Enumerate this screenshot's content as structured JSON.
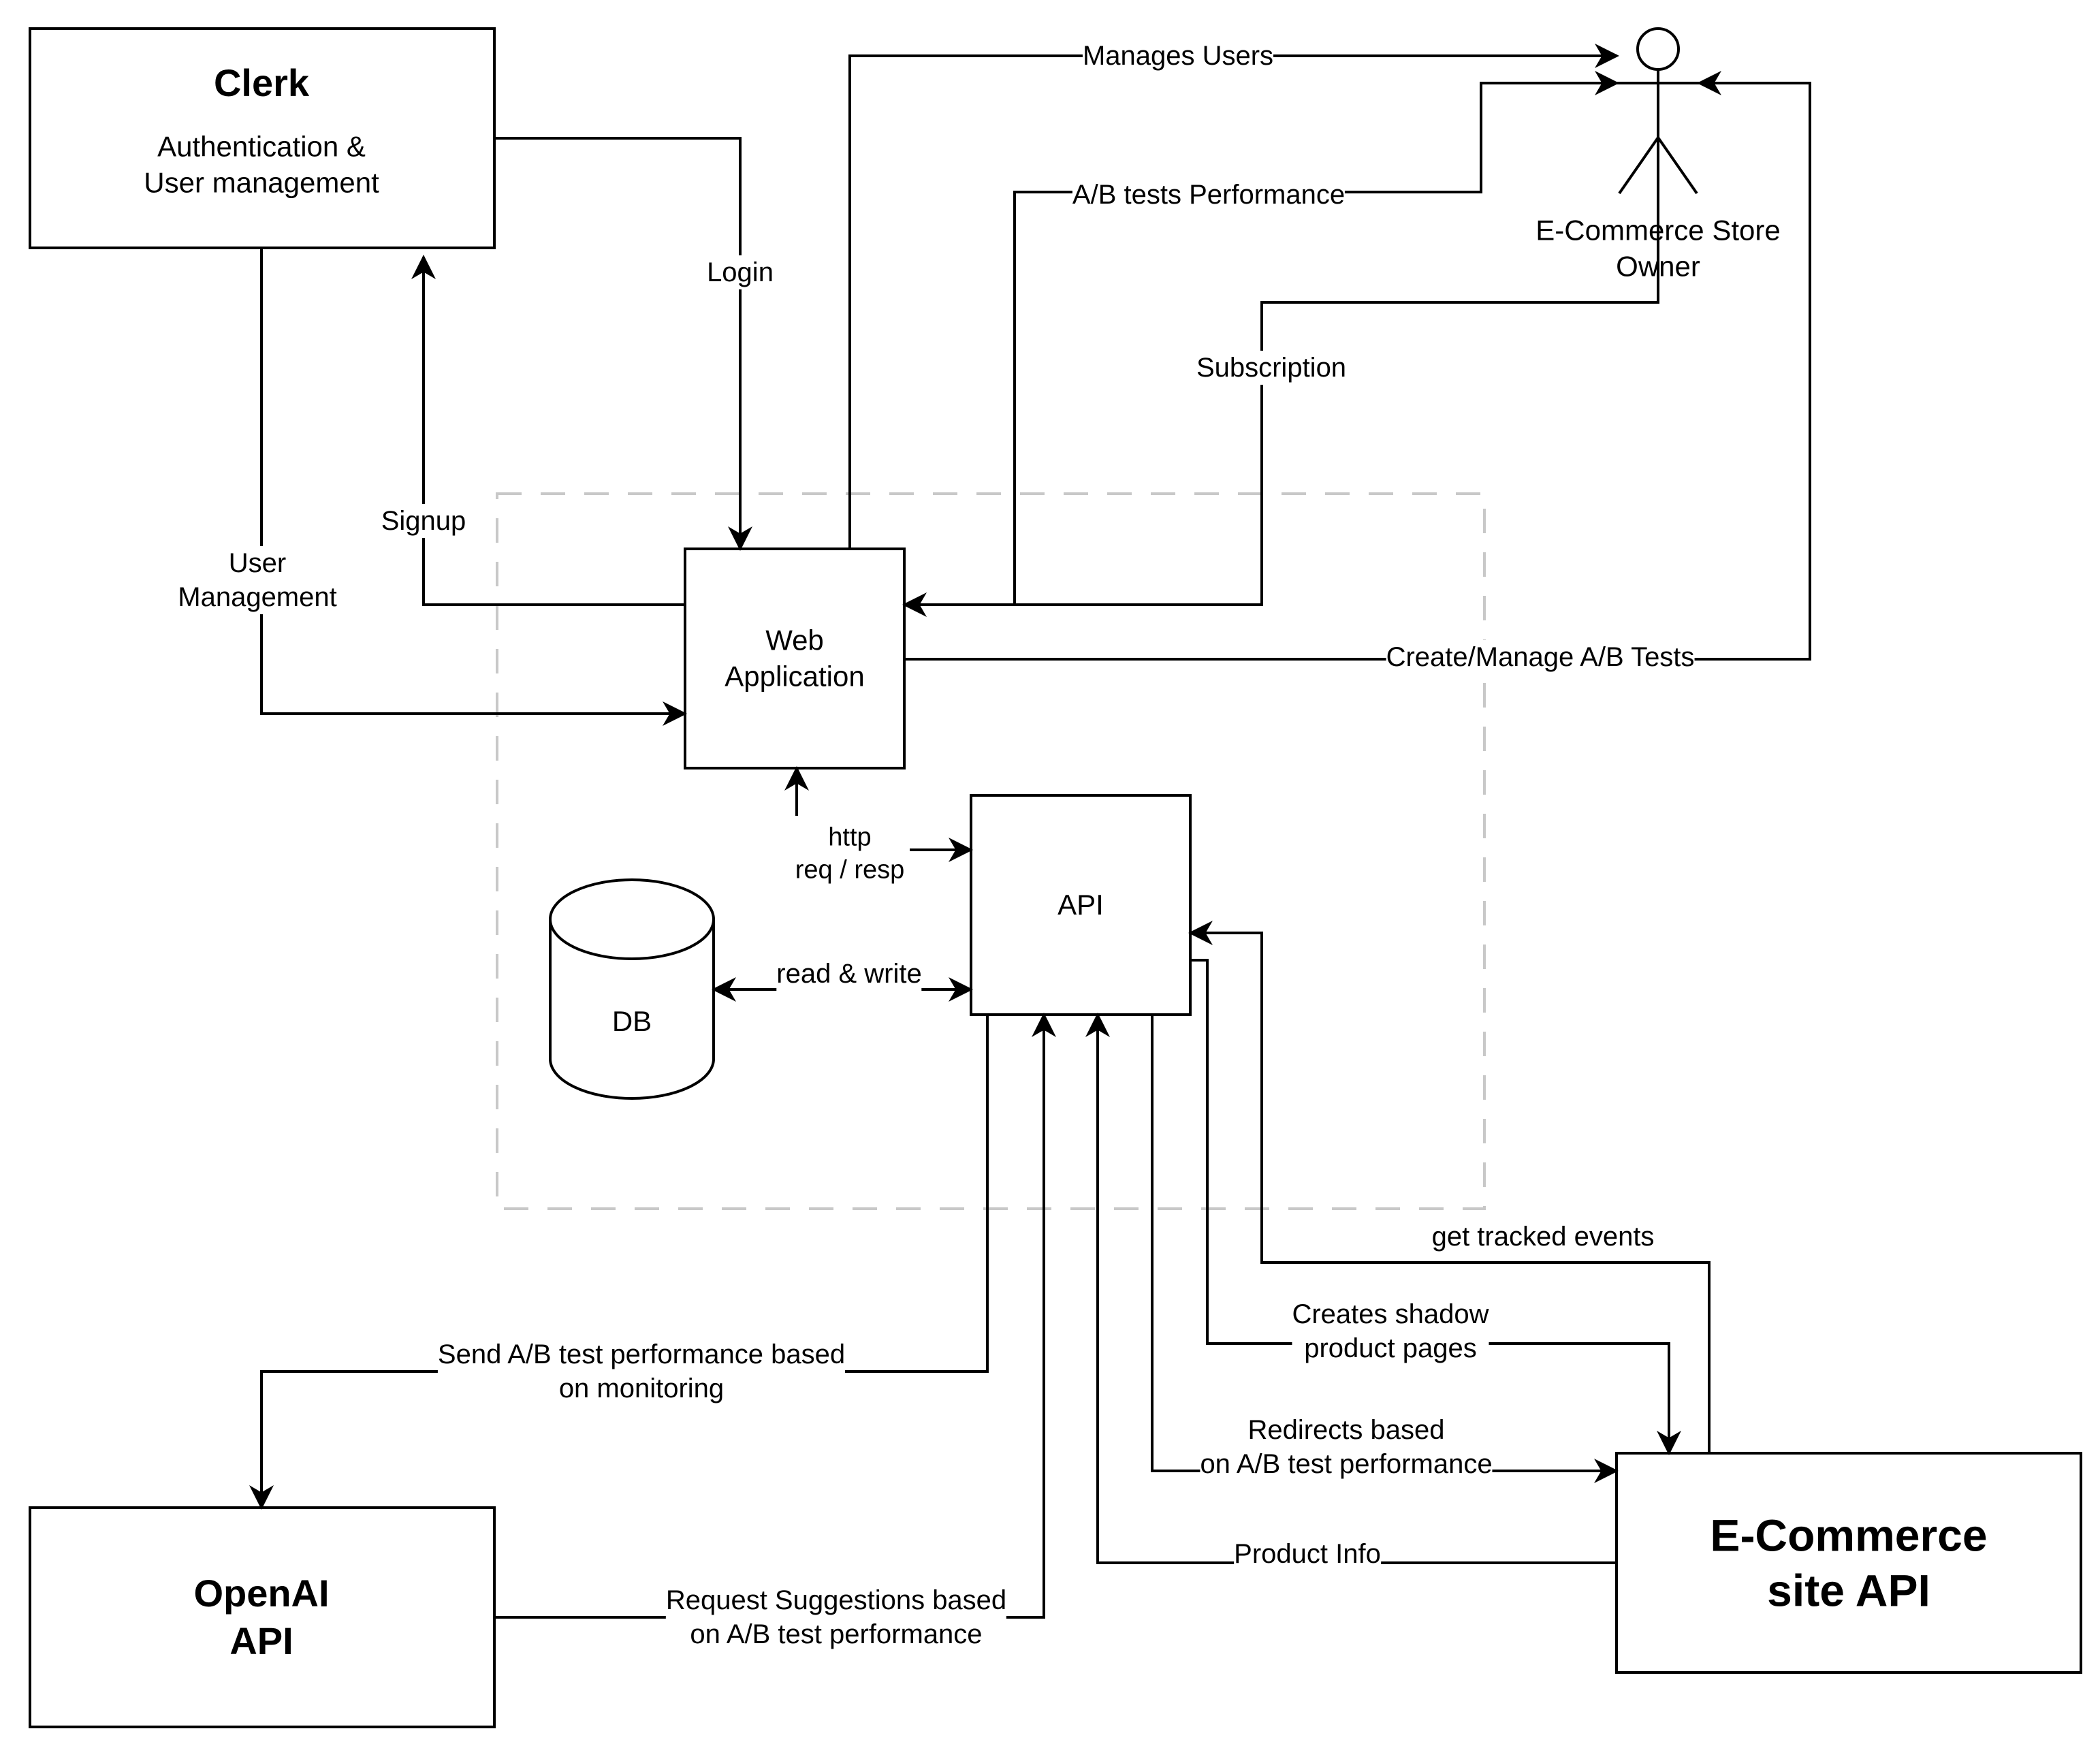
{
  "nodes": {
    "clerk": {
      "title": "Clerk",
      "subtitle": "Authentication &\nUser management"
    },
    "web_app": {
      "label": "Web\nApplication"
    },
    "api": {
      "label": "API"
    },
    "db": {
      "label": "DB"
    },
    "openai": {
      "label": "OpenAI\nAPI"
    },
    "ecommerce": {
      "label": "E-Commerce\nsite API"
    },
    "owner": {
      "label": "E-Commerce Store\nOwner"
    }
  },
  "edges": {
    "login": "Login",
    "signup": "Signup",
    "user_management": "User\nManagement",
    "manages_users": "Manages Users",
    "ab_tests_performance": "A/B tests Performance",
    "subscription": "Subscription",
    "create_manage_ab_tests": "Create/Manage A/B Tests",
    "http": "http\nreq / resp",
    "read_write": "read & write",
    "get_tracked_events": "get tracked events",
    "creates_shadow": "Creates shadow\nproduct pages",
    "redirects": "Redirects based\non A/B test performance",
    "product_info": "Product Info",
    "send_ab_perf": "Send A/B test performance based\non monitoring",
    "request_suggestions": "Request Suggestions based\non A/B test performance"
  },
  "colors": {
    "stroke": "#000000",
    "boundary_dash": "#c8c8c8",
    "background": "#ffffff"
  }
}
